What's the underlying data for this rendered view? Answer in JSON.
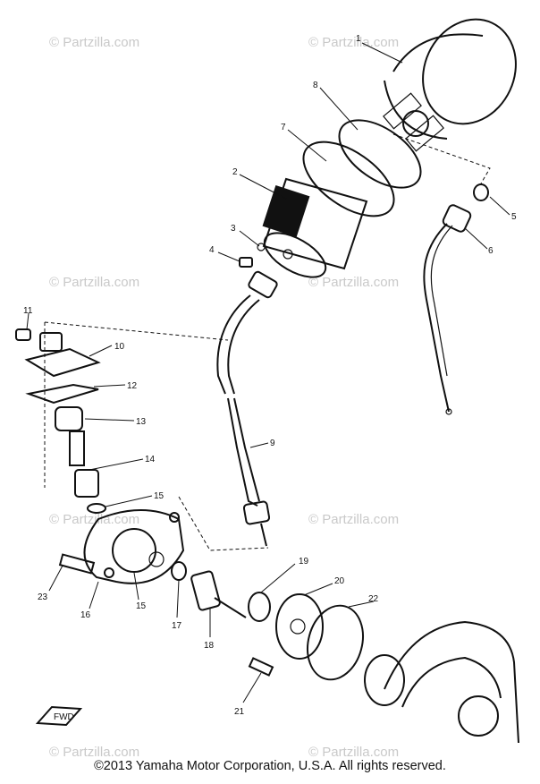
{
  "watermarks": [
    "© Partzilla.com",
    "© Partzilla.com",
    "© Partzilla.com",
    "© Partzilla.com",
    "© Partzilla.com",
    "© Partzilla.com",
    "© Partzilla.com",
    "© Partzilla.com"
  ],
  "callouts": [
    "1",
    "2",
    "3",
    "4",
    "5",
    "6",
    "7",
    "8",
    "9",
    "10",
    "11",
    "12",
    "13",
    "14",
    "15",
    "15",
    "16",
    "17",
    "18",
    "19",
    "20",
    "21",
    "22",
    "23"
  ],
  "front_mark": "FWD",
  "copyright": "©2013  Yamaha Motor Corporation, U.S.A. All rights reserved."
}
